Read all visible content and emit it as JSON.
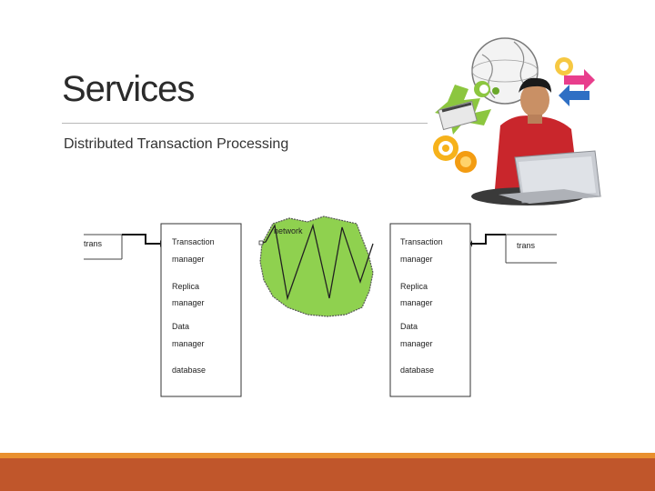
{
  "slide": {
    "title": "Services",
    "subtitle": "Distributed Transaction Processing"
  },
  "diagram": {
    "left_trans": "trans",
    "right_trans": "trans",
    "network_label": "network",
    "left_node": {
      "tm_line1": "Transaction",
      "tm_line2": "manager",
      "rm_line1": "Replica",
      "rm_line2": "manager",
      "dm_line1": "Data",
      "dm_line2": "manager",
      "db": "database"
    },
    "right_node": {
      "tm_line1": "Transaction",
      "tm_line2": "manager",
      "rm_line1": "Replica",
      "rm_line2": "manager",
      "dm_line1": "Data",
      "dm_line2": "manager",
      "db": "database"
    }
  },
  "colors": {
    "network_fill": "#8fd14f",
    "footer_orange": "#e9902f",
    "footer_dark": "#c0562b"
  },
  "icons": {
    "photo": "person-with-laptop-image"
  }
}
